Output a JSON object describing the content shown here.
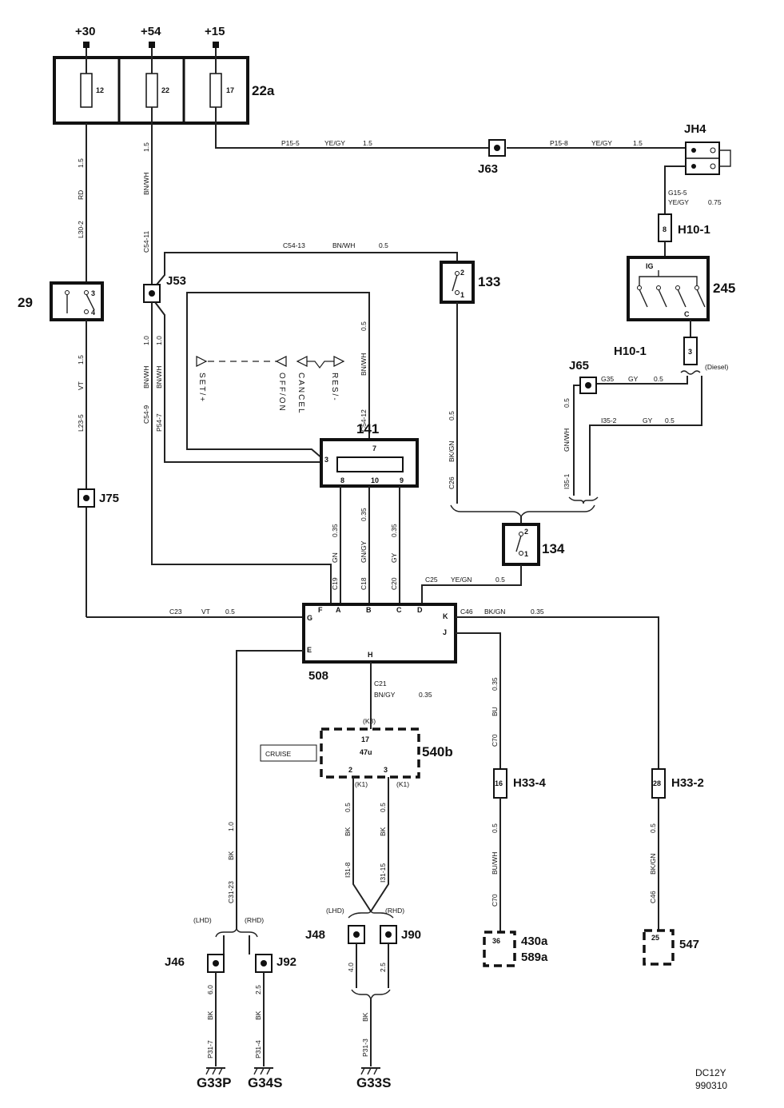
{
  "terminals": {
    "t30": "+30",
    "t54": "+54",
    "t15": "+15"
  },
  "fusebox": {
    "id": "22a",
    "fuse1": "12",
    "fuse2": "22",
    "fuse3": "17"
  },
  "components": {
    "c29": "29",
    "c133": "133",
    "c134": "134",
    "c141": "141",
    "c245": "245",
    "c245_ig": "IG",
    "c245_c": "C",
    "c508": "508",
    "c540b": "540b",
    "c540b_value": "47u",
    "cruise": "CRUISE",
    "c430a": "430a",
    "c589a": "589a",
    "c547": "547"
  },
  "connectors": {
    "jh4": "JH4",
    "j63": "J63",
    "j53": "J53",
    "j75": "J75",
    "j65": "J65",
    "j48": "J48",
    "j90": "J90",
    "j46": "J46",
    "j92": "J92",
    "h10_1_top": "H10-1",
    "h10_1_bot": "H10-1",
    "h33_4": "H33-4",
    "h33_2": "H33-2"
  },
  "grounds": {
    "g33p": "G33P",
    "g34s": "G34S",
    "g33s": "G33S"
  },
  "switch_labels": {
    "set": "SET/+",
    "offon": "OFF/ON",
    "cancel": "CANCEL",
    "res": "RES/-"
  },
  "pins": {
    "p29_3": "3",
    "p29_4": "4",
    "p133_2": "2",
    "p133_1": "1",
    "p134_2": "2",
    "p134_1": "1",
    "p141_3": "3",
    "p141_7": "7",
    "p141_8": "8",
    "p141_10": "10",
    "p141_9": "9",
    "p508_G": "G",
    "p508_F": "F",
    "p508_A": "A",
    "p508_B": "B",
    "p508_C": "C",
    "p508_D": "D",
    "p508_K": "K",
    "p508_J": "J",
    "p508_E": "E",
    "p508_H": "H",
    "p540_17": "17",
    "p540_2": "2",
    "p540_3": "3",
    "ph10_8": "8",
    "ph10_3": "3",
    "ph33_16": "16",
    "ph33_28": "28",
    "p430_36": "36",
    "p547_25": "25"
  },
  "wires": {
    "p15_5": "P15-5",
    "ye_gy_1": "YE/GY",
    "s15_a": "1.5",
    "p15_8": "P15-8",
    "ye_gy_2": "YE/GY",
    "s15_b": "1.5",
    "g15_5": "G15-5",
    "g15_color": "YE/GY",
    "g15_size": "0.75",
    "l30_2": "L30-2",
    "rd": "RD",
    "s15_c": "1.5",
    "c54_11": "C54-11",
    "bnwh_1": "BN/WH",
    "s15_d": "1.5",
    "c54_13": "C54-13",
    "bnwh_2": "BN/WH",
    "s05_a": "0.5",
    "l23_5": "L23-5",
    "vt_1": "VT",
    "s15_e": "1.5",
    "c54_9": "C54-9",
    "bnwh_3": "BN/WH",
    "s10_a": "1.0",
    "p54_7": "P54-7",
    "bnwh_4": "BN/WH",
    "s10_b": "1.0",
    "c54_12": "C54-12",
    "bnwh_5": "BN/WH",
    "s05_b": "0.5",
    "c26": "C26",
    "bkgn_1": "BK/GN",
    "s05_c": "0.5",
    "g35": "G35",
    "gy_1": "GY",
    "s05_d": "0.5",
    "i35_2": "I35-2",
    "gy_2": "GY",
    "s05_e": "0.5",
    "i35_1": "I35-1",
    "gnwh": "GN/WH",
    "s05_f": "0.5",
    "diesel": "(Diesel)",
    "c19": "C19",
    "gn": "GN",
    "s035_a": "0.35",
    "c18": "C18",
    "gngy": "GN/GY",
    "s035_b": "0.35",
    "c20": "C20",
    "gy_3": "GY",
    "s035_c": "0.35",
    "c25": "C25",
    "yegn": "YE/GN",
    "s05_g": "0.5",
    "c23": "C23",
    "vt_2": "VT",
    "s05_h": "0.5",
    "c46_top": "C46",
    "bkgn_2": "BK/GN",
    "s035_d": "0.35",
    "c21": "C21",
    "bngy": "BN/GY",
    "s035_e": "0.35",
    "k3": "(K3)",
    "k1a": "(K1)",
    "k1b": "(K1)",
    "bk_1": "BK",
    "s05_i": "0.5",
    "bk_2": "BK",
    "s05_j": "0.5",
    "i31_8": "I31-8",
    "i31_15": "I31-15",
    "c70_top": "C70",
    "bu": "BU",
    "s035_f": "0.35",
    "c70_bot": "C70",
    "buwh": "BU/WH",
    "s05_k": "0.5",
    "c46_bot": "C46",
    "bkgn_3": "BK/GN",
    "s05_l": "0.5",
    "c31_23": "C31-23",
    "bk_3": "BK",
    "s10_c": "1.0",
    "lhd_1": "(LHD)",
    "rhd_1": "(RHD)",
    "lhd_2": "(LHD)",
    "rhd_2": "(RHD)",
    "p31_7": "P31-7",
    "bk_4": "BK",
    "s60": "6.0",
    "p31_4": "P31-4",
    "bk_5": "BK",
    "s25_a": "2.5",
    "p31_3": "P31-3",
    "bk_6": "BK",
    "s40": "4.0",
    "s25_b": "2.5"
  },
  "doc": {
    "code": "DC12Y",
    "date": "990310"
  }
}
